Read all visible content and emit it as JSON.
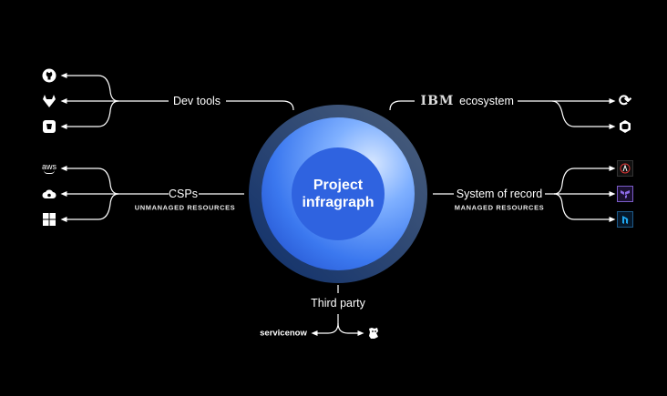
{
  "center": {
    "line1": "Project",
    "line2": "infragraph"
  },
  "groups": {
    "dev_tools": {
      "label": "Dev tools",
      "icons": [
        "github-icon",
        "gitlab-icon",
        "bitbucket-icon"
      ]
    },
    "csps": {
      "label": "CSPs",
      "sublabel": "UNMANAGED RESOURCES",
      "icons": [
        "aws-icon",
        "google-cloud-icon",
        "azure-icon"
      ],
      "aws_text": "aws"
    },
    "ecosystem": {
      "brand": "IBM",
      "label": "ecosystem",
      "icons": [
        "refresh-icon",
        "openshift-icon"
      ]
    },
    "system_of_record": {
      "label": "System of record",
      "sublabel": "MANAGED RESOURCES",
      "icons": [
        "ansible-icon",
        "terraform-icon",
        "packer-icon"
      ]
    },
    "third_party": {
      "label": "Third party",
      "servicenow": "servicenow",
      "icons": [
        "datadog-icon"
      ]
    }
  },
  "colors": {
    "ring": "#3a4f6e",
    "blue": "#3d7ef0",
    "inner": "#2f63e0",
    "highlight": "#c8dcff"
  }
}
